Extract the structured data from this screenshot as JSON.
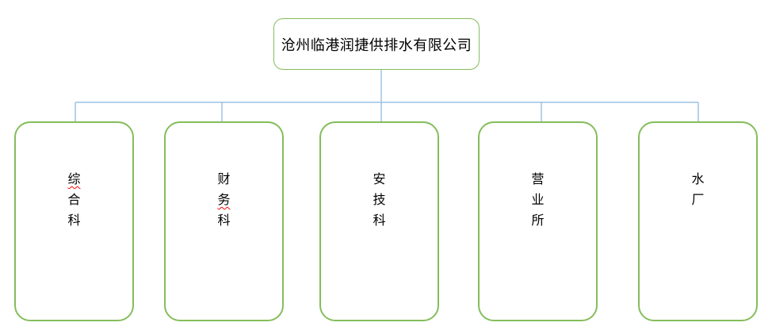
{
  "diagram": {
    "type": "org-chart",
    "root": {
      "label": "沧州临港润捷供排水有限公司"
    },
    "children": [
      {
        "label": "综合科",
        "misspell_underline_chars": [
          "综"
        ]
      },
      {
        "label": "财务科",
        "misspell_underline_chars": [
          "务"
        ]
      },
      {
        "label": "安技科",
        "misspell_underline_chars": []
      },
      {
        "label": "营业所",
        "misspell_underline_chars": []
      },
      {
        "label": "水厂",
        "misspell_underline_chars": []
      }
    ]
  },
  "colors": {
    "box_border_green": "#84bd5c",
    "connector_blue": "#9cc2e5",
    "spellcheck_red": "#ff0000",
    "background": "#ffffff"
  }
}
